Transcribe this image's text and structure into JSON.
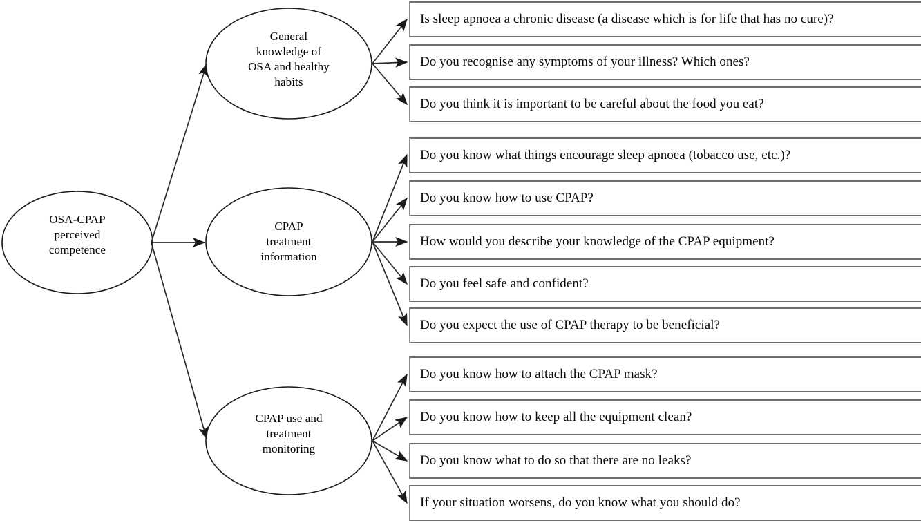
{
  "diagram": {
    "type": "hierarchy-tree",
    "orientation": "left-to-right",
    "root": {
      "id": "root",
      "shape": "ellipse",
      "label_lines": [
        "OSA-CPAP",
        "perceived",
        "competence"
      ],
      "label": "OSA-CPAP perceived competence"
    },
    "branches": [
      {
        "id": "branch-general-knowledge",
        "shape": "ellipse",
        "label_lines": [
          "General",
          "knowledge of",
          "OSA and healthy",
          "habits"
        ],
        "label": "General knowledge of OSA and healthy habits",
        "questions": [
          "Is sleep apnoea a chronic disease (a disease which is for life that has no cure)?",
          "Do you recognise any symptoms of your illness? Which ones?",
          "Do you think it is important to be careful about the food you eat?"
        ]
      },
      {
        "id": "branch-treatment-information",
        "shape": "ellipse",
        "label_lines": [
          "CPAP",
          "treatment",
          "information"
        ],
        "label": "CPAP treatment information",
        "questions": [
          "Do you know what things encourage sleep apnoea (tobacco use, etc.)?",
          "Do you know how to use CPAP?",
          "How would you describe your knowledge of the CPAP equipment?",
          "Do you feel safe and confident?",
          "Do you expect the use of CPAP therapy to be beneficial?"
        ]
      },
      {
        "id": "branch-use-and-monitoring",
        "shape": "ellipse",
        "label_lines": [
          "CPAP use and",
          "treatment",
          "monitoring"
        ],
        "label": "CPAP use and treatment monitoring",
        "questions": [
          "Do you know how to attach the CPAP mask?",
          "Do you know how to keep all the equipment clean?",
          "Do you know what to do so that there are no leaks?",
          "If your situation worsens, do you know what you should do?"
        ]
      }
    ],
    "colors": {
      "background": "#ffffff",
      "node_stroke": "#1a1a1a",
      "connector": "#2b2b2b",
      "box_border": "#8a8a8a",
      "text": "#000000"
    }
  }
}
